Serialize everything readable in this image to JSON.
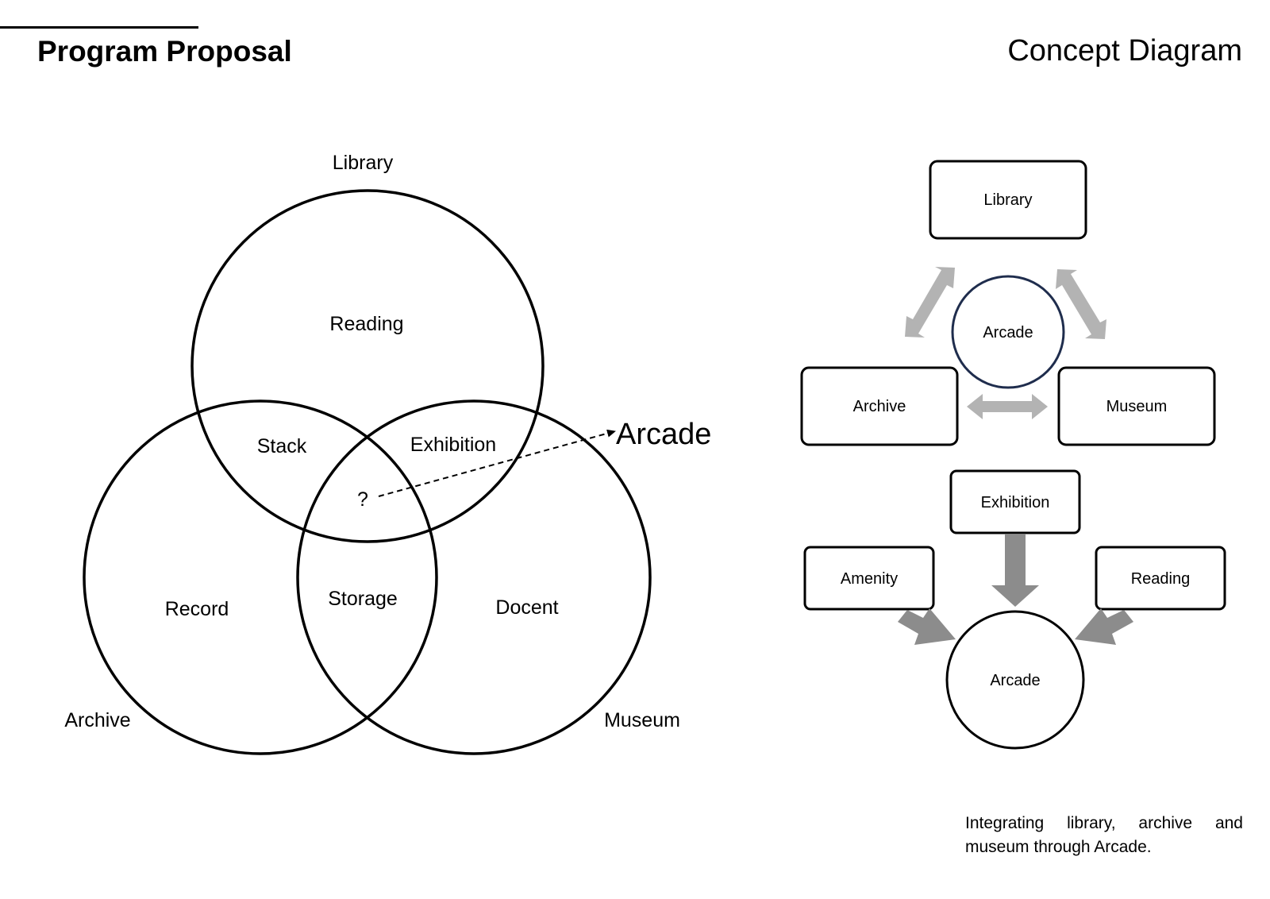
{
  "header": {
    "left_title": "Program Proposal",
    "right_title": "Concept Diagram"
  },
  "venn": {
    "sets": {
      "library": "Library",
      "archive": "Archive",
      "museum": "Museum"
    },
    "regions": {
      "reading": "Reading",
      "stack": "Stack",
      "exhibition": "Exhibition",
      "center": "?",
      "record": "Record",
      "storage": "Storage",
      "docent": "Docent"
    },
    "arrow_target": "Arcade"
  },
  "concept": {
    "top": {
      "library": "Library",
      "arcade": "Arcade",
      "archive": "Archive",
      "museum": "Museum"
    },
    "bottom": {
      "exhibition": "Exhibition",
      "amenity": "Amenity",
      "reading": "Reading",
      "arcade": "Arcade"
    }
  },
  "caption": {
    "line1": "Integrating library, archive and",
    "line2": "museum through Arcade."
  },
  "colors": {
    "light_arrow": "#b3b3b3",
    "dark_arrow": "#8c8c8c",
    "arcade_ring": "#1f2d4d"
  }
}
